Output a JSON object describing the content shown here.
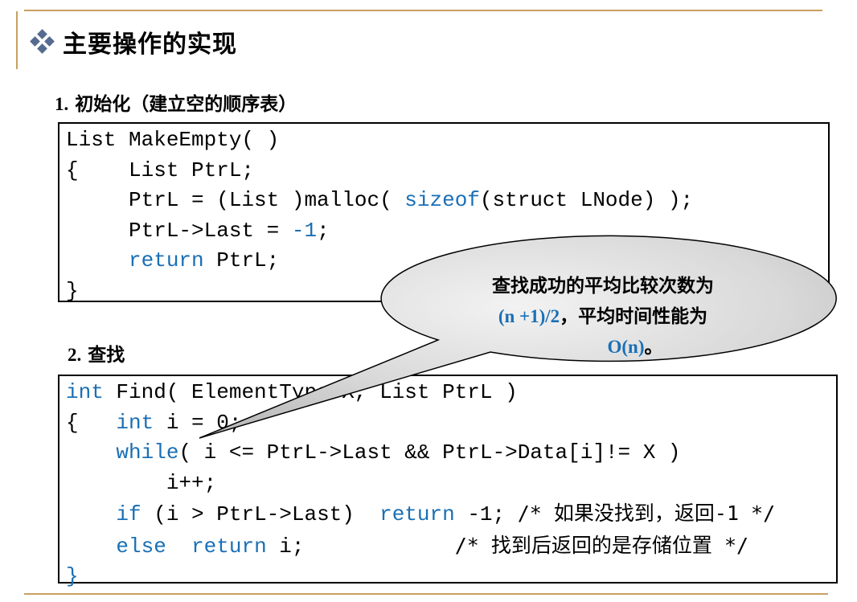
{
  "title": "主要操作的实现",
  "section1": {
    "number": "1.",
    "heading": "初始化（建立空的顺序表）",
    "code": [
      [
        {
          "t": "List MakeEmpty( )"
        }
      ],
      [
        {
          "t": "{    List PtrL;"
        }
      ],
      [
        {
          "t": "     PtrL = (List )malloc( "
        },
        {
          "t": "sizeof",
          "k": 1
        },
        {
          "t": "(struct LNode) );"
        }
      ],
      [
        {
          "t": "     PtrL->Last = "
        },
        {
          "t": "-1",
          "k": 1
        },
        {
          "t": ";"
        }
      ],
      [
        {
          "t": "     "
        },
        {
          "t": "return",
          "k": 1
        },
        {
          "t": " PtrL;"
        }
      ],
      [
        {
          "t": "}"
        }
      ]
    ]
  },
  "section2": {
    "number": "2.",
    "heading": "查找",
    "code": [
      [
        {
          "t": "int",
          "k": 1
        },
        {
          "t": " Find( ElementType X, List PtrL )"
        }
      ],
      [
        {
          "t": "{   "
        },
        {
          "t": "int",
          "k": 1
        },
        {
          "t": " i = 0;"
        }
      ],
      [
        {
          "t": "    "
        },
        {
          "t": "while",
          "k": 1
        },
        {
          "t": "( i <= PtrL->Last && PtrL->Data[i]!= X )"
        }
      ],
      [
        {
          "t": "        i++;"
        }
      ],
      [
        {
          "t": "    "
        },
        {
          "t": "if",
          "k": 1
        },
        {
          "t": " (i > PtrL->Last)  "
        },
        {
          "t": "return",
          "k": 1
        },
        {
          "t": " -1; "
        },
        {
          "t": "/* 如果没找到，返回-1 */",
          "c": 1
        }
      ],
      [
        {
          "t": "    "
        },
        {
          "t": "else",
          "k": 1
        },
        {
          "t": "  "
        },
        {
          "t": "return",
          "k": 1
        },
        {
          "t": " i;            "
        },
        {
          "t": "/* 找到后返回的是存储位置 */",
          "c": 1
        }
      ],
      [
        {
          "t": "}",
          "k": 1
        }
      ]
    ]
  },
  "callout": {
    "line1": "查找成功的平均比较次数为",
    "formula1": "(n +1)/2",
    "line2_rest": "，平均时间性能为",
    "formula2": "O(n)",
    "line3_rest": "。"
  },
  "colors": {
    "keyword": "#1a6fb5",
    "rule": "#c8a060",
    "bullet": "#556b8f"
  }
}
